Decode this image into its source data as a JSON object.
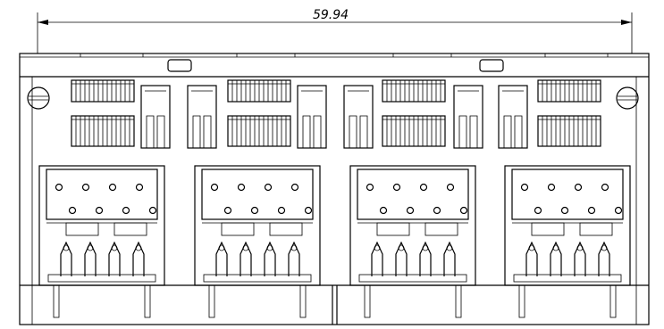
{
  "dimension": {
    "overall_width_label": "59.94"
  },
  "drawing": {
    "port_count": 4,
    "contact_holes_top_row": 4,
    "contact_holes_bottom_row": 4,
    "spring_contacts_per_port": 4
  }
}
